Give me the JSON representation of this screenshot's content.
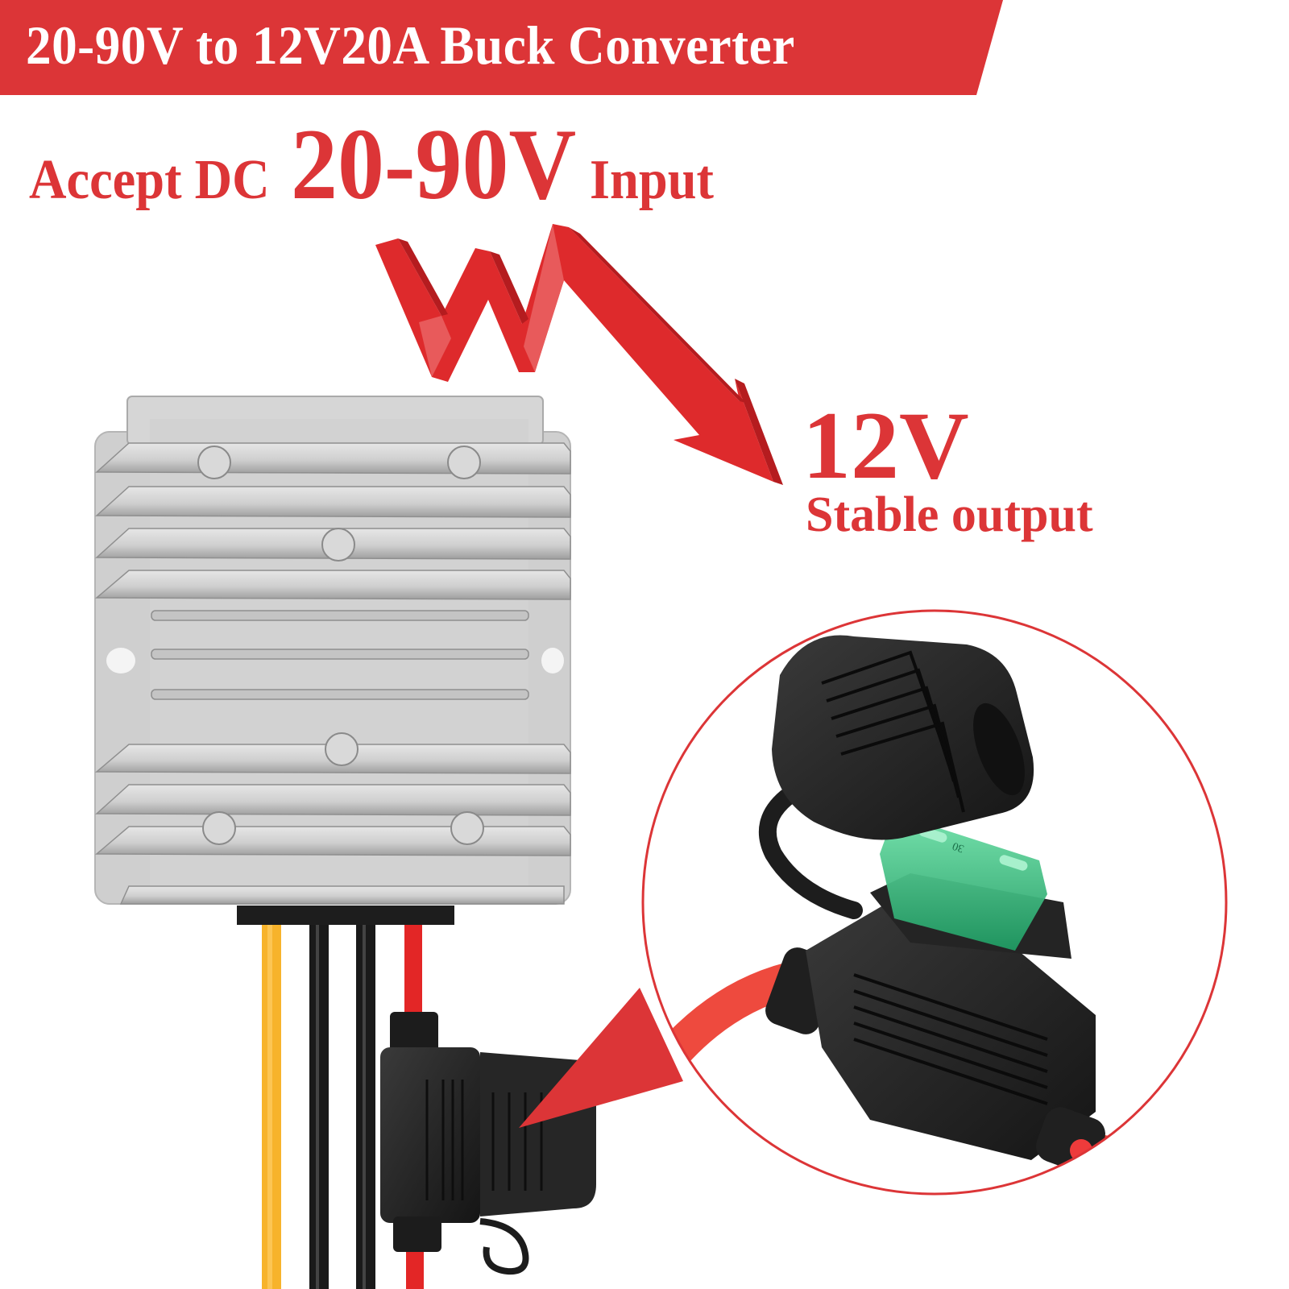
{
  "banner": {
    "title": "20-90V to 12V20A Buck Converter",
    "background_color": "#dc3537",
    "text_color": "#ffffff"
  },
  "input_spec": {
    "prefix": "Accept DC",
    "voltage": "20-90V",
    "suffix": "Input",
    "color": "#dc3537"
  },
  "output_spec": {
    "voltage": "12V",
    "label": "Stable output",
    "color": "#dc3537"
  },
  "product": {
    "name": "buck-converter",
    "heatsink_color": "#c9c9c9",
    "wires": [
      {
        "color_name": "yellow",
        "hex": "#f7b32b"
      },
      {
        "color_name": "black",
        "hex": "#1a1a1a"
      },
      {
        "color_name": "black",
        "hex": "#1a1a1a"
      },
      {
        "color_name": "red",
        "hex": "#e32626"
      }
    ],
    "inline_fuse_holder": "black waterproof blade fuse holder",
    "detail_callout": {
      "subject": "fuse holder close-up",
      "fuse_color": "#2fbf7c",
      "fuse_marking": "30"
    }
  },
  "icons": {
    "zigzag_arrow": "trend-down-arrow-icon",
    "callout_pointer": "callout-pointer-icon"
  }
}
